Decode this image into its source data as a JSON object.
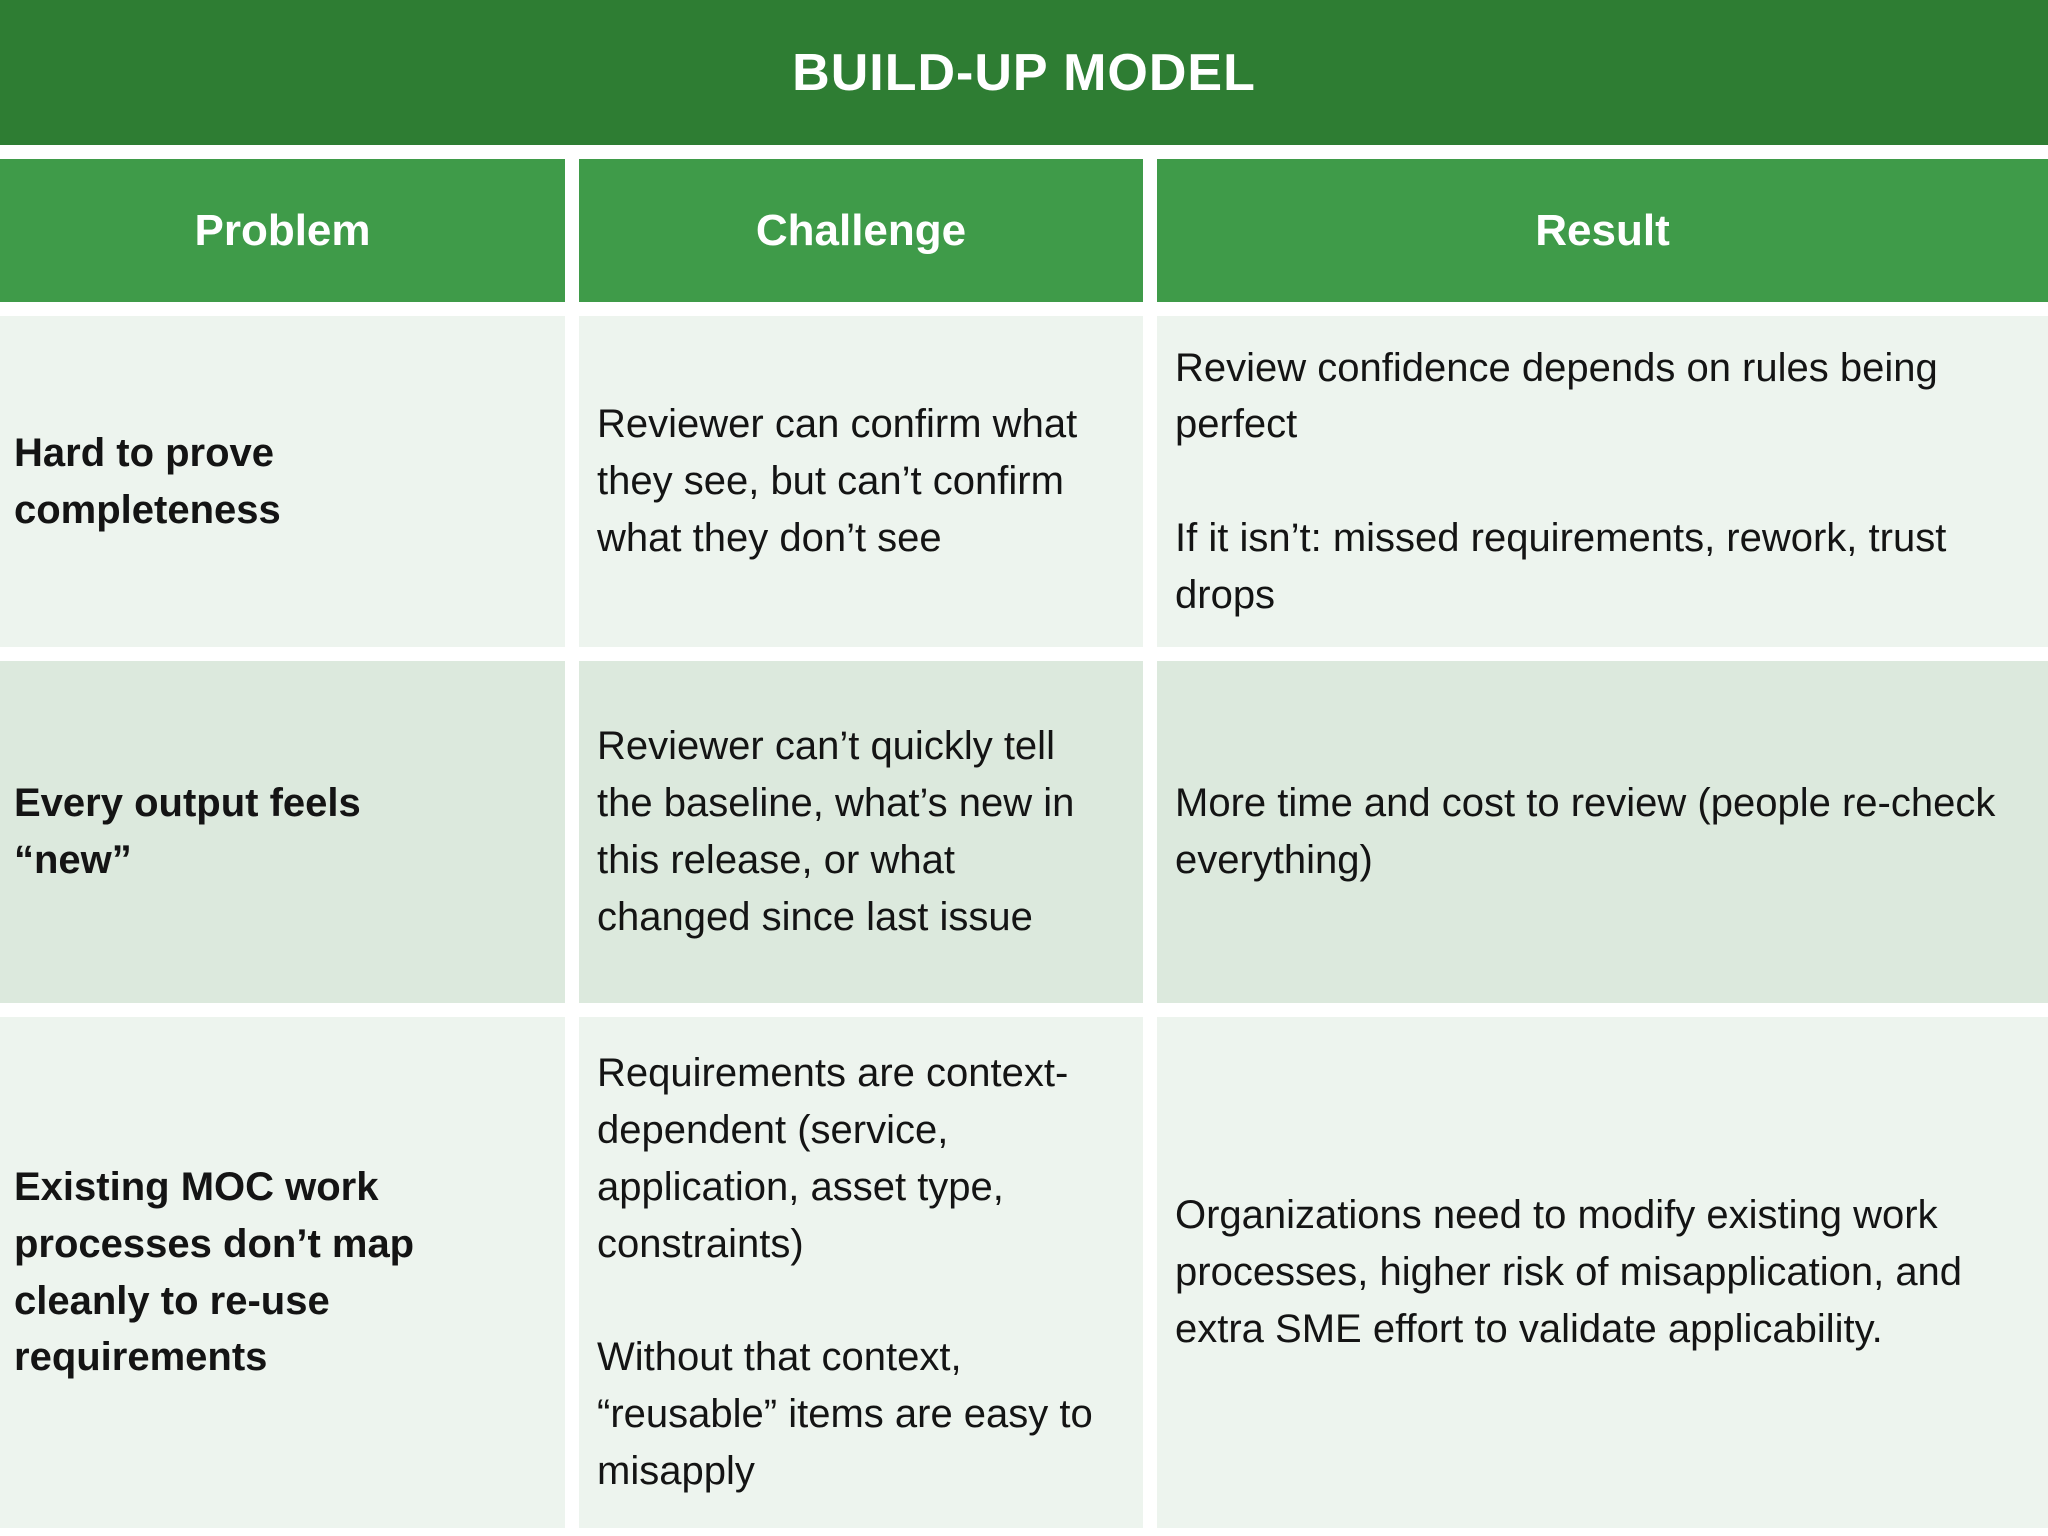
{
  "title": "BUILD-UP MODEL",
  "columns": {
    "problem": "Problem",
    "challenge": "Challenge",
    "result": "Result"
  },
  "rows": [
    {
      "problem": "Hard to prove completeness",
      "challenge": "Reviewer can confirm what they see, but can’t confirm what they don’t see",
      "result": "Review confidence depends on rules being perfect\n\nIf it isn’t: missed requirements, rework, trust drops"
    },
    {
      "problem": "Every output feels “new”",
      "challenge": "Reviewer can’t quickly tell the baseline, what’s new in this release, or what changed since last issue",
      "result": "More time and cost to review (people re-check everything)"
    },
    {
      "problem": "Existing MOC work processes don’t map cleanly to re-use requirements",
      "challenge": "Requirements are context-dependent (service, application, asset type, constraints)\n\nWithout that context, “reusable” items are easy to misapply",
      "result": "Organizations need to modify existing work processes, higher risk of misapplication, and extra SME effort to validate applicability."
    }
  ],
  "colors": {
    "title_bar_green": "#2e7d33",
    "header_green": "#3f9b49",
    "row_light_green": "#edf4ee",
    "row_medium_green": "#dce9dd",
    "text": "#141414",
    "gap_white": "#ffffff"
  }
}
